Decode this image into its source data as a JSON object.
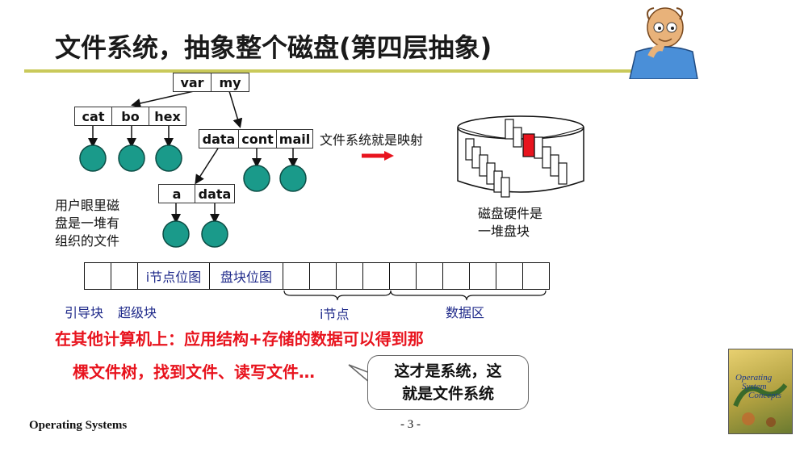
{
  "slide": {
    "title": "文件系统，抽象整个磁盘(第四层抽象)",
    "footer_left": "Operating Systems",
    "page_number": "- 3 -"
  },
  "tree": {
    "root": [
      "var",
      "my"
    ],
    "var_dir": [
      "cat",
      "bo",
      "hex"
    ],
    "my_dir": [
      "data",
      "cont",
      "mail"
    ],
    "data_dir": [
      "a",
      "data"
    ]
  },
  "user_view": [
    "用户眼里磁",
    "盘是一堆有",
    "组织的文件"
  ],
  "mapping_label": "文件系统就是映射",
  "hardware_view": [
    "磁盘硬件是",
    "一堆盘块"
  ],
  "disk_layout": {
    "inode_bitmap": "i节点位图",
    "block_bitmap": "盘块位图",
    "boot_block": "引导块",
    "super_block": "超级块",
    "inode_area": "i节点",
    "data_area": "数据区"
  },
  "red_lines": [
    "在其他计算机上：应用结构+存储的数据可以得到那",
    "棵文件树，找到文件、读写文件…"
  ],
  "callout": [
    "这才是系统，这",
    "就是文件系统"
  ],
  "book_cover": [
    "Operating",
    "System",
    "Concepts"
  ],
  "colors": {
    "node_fill": "#1a9a8a",
    "red": "#e8141e",
    "blue_label": "#1f2a8a",
    "rule": "#c9c95a"
  }
}
